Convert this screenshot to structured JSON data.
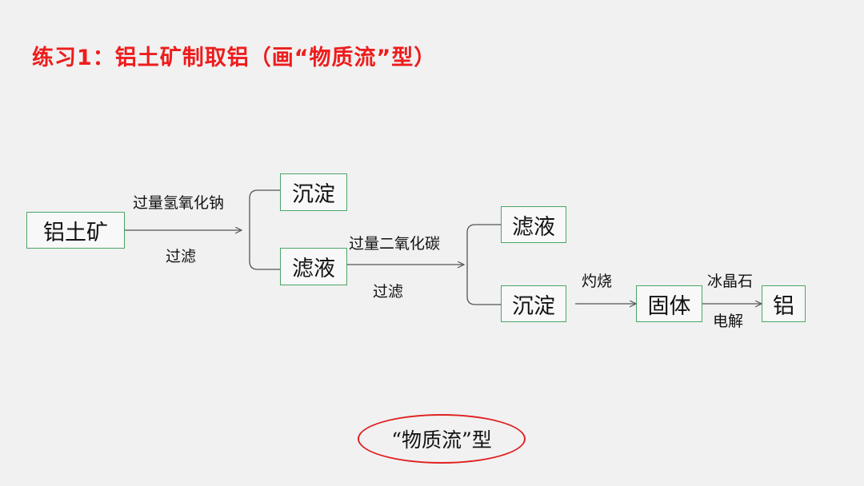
{
  "title": "练习1：铝土矿制取铝（画“物质流”型）",
  "nodes": {
    "ore": "铝土矿",
    "precip1": "沉淀",
    "filtrate1": "滤液",
    "filtrate2": "滤液",
    "precip2": "沉淀",
    "solid": "固体",
    "aluminum": "铝"
  },
  "labels": {
    "step1_reagent": "过量氢氧化钠",
    "step1_op": "过滤",
    "step2_reagent": "过量二氧化碳",
    "step2_op": "过滤",
    "step3": "灼烧",
    "step4_reagent": "冰晶石",
    "step4_op": "电解"
  },
  "footer_badge": "“物质流”型",
  "colors": {
    "title": "#ee1c1c",
    "box_border": "#4aa566",
    "oval": "#e02020"
  }
}
